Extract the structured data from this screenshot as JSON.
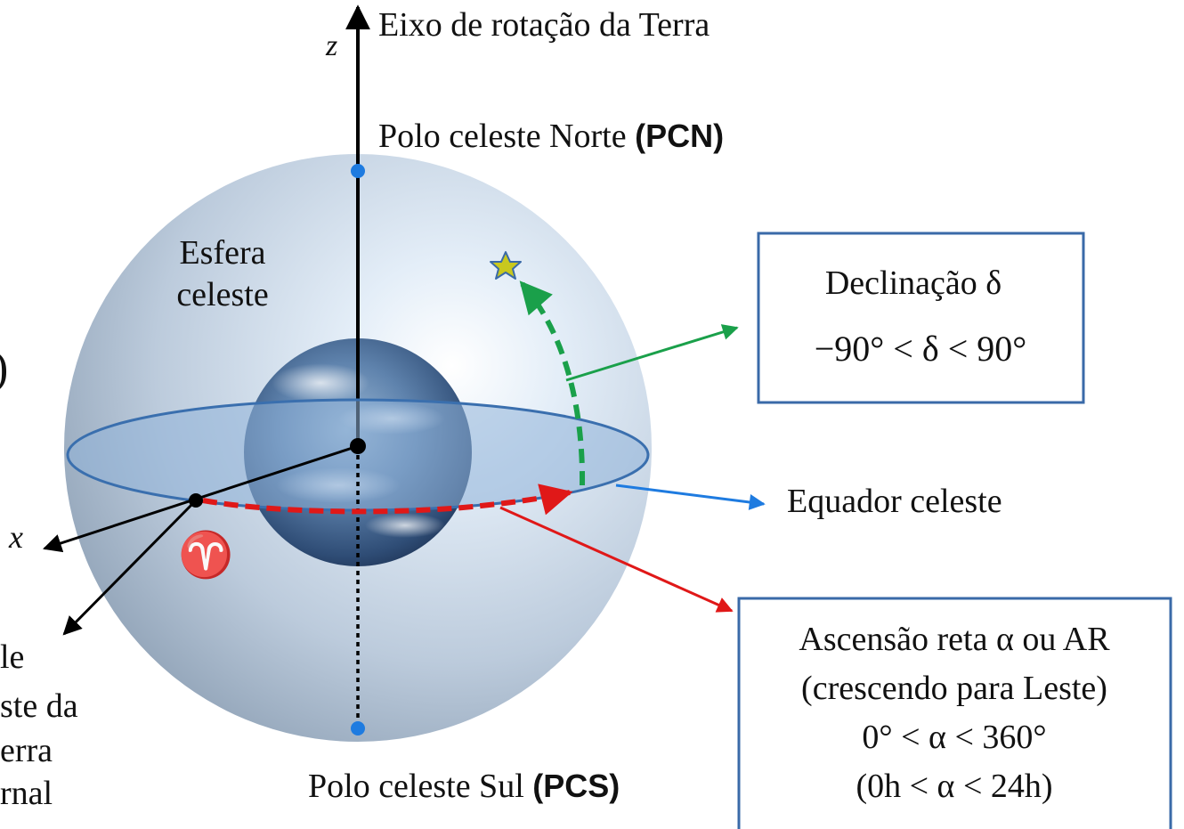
{
  "labels": {
    "axis_title": "Eixo de rotação da Terra",
    "z_axis": "z",
    "x_axis": "x",
    "north_pole_text": "Polo celeste Norte ",
    "north_pole_abbr": "(PCN)",
    "south_pole_text": "Polo celeste Sul ",
    "south_pole_abbr": "(PCS)",
    "sphere_line1": "Esfera",
    "sphere_line2": "celeste",
    "equator": "Equador celeste",
    "vernal_symbol": "♈",
    "left_cut_paren": ")",
    "left_cut_line1": "le",
    "left_cut_line2": "ste da",
    "left_cut_line3": "erra",
    "left_cut_line4": "rnal"
  },
  "declination_box": {
    "title": "Declinação δ",
    "range": "−90° < δ < 90°"
  },
  "right_ascension_box": {
    "line1": "Ascensão reta α ou AR",
    "line2": "(crescendo para Leste)",
    "line3": "0° < α < 360°",
    "line4": "(0h < α < 24h)"
  },
  "colors": {
    "sphere": "#c9d8e8",
    "equator_fill": "#8fb2d9",
    "equator_stroke": "#3a6fae",
    "pole_dot": "#1e7be0",
    "declination_arc": "#1aa04a",
    "declination_pointer": "#1aa04a",
    "ra_arc": "#e01818",
    "ra_pointer": "#e01818",
    "equator_pointer": "#1e7be0",
    "box_border": "#3a6aa8",
    "star": "#c8c81e"
  },
  "icons": {
    "star": "star-icon",
    "vernal_point": "aries-icon"
  }
}
